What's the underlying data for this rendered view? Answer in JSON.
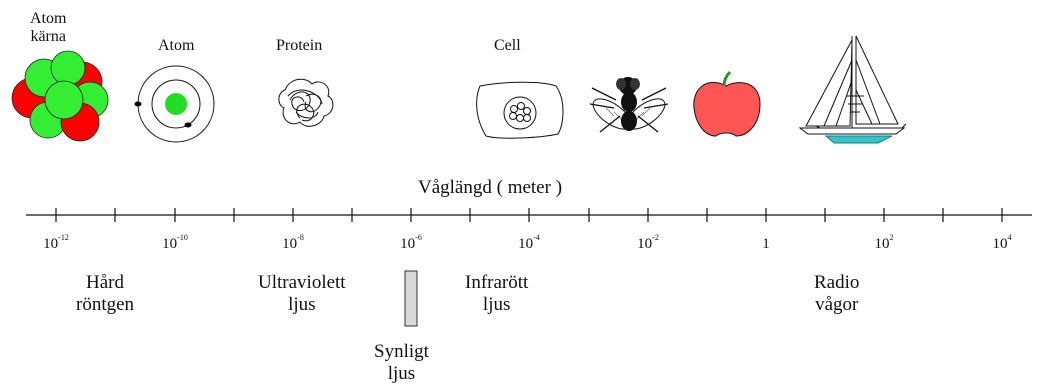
{
  "objects": [
    {
      "key": "nucleus",
      "label": "Atom\nkärna",
      "icon": "atomic-nucleus-icon"
    },
    {
      "key": "atom",
      "label": "Atom",
      "icon": "atom-icon"
    },
    {
      "key": "protein",
      "label": "Protein",
      "icon": "protein-icon"
    },
    {
      "key": "cell",
      "label": "Cell",
      "icon": "cell-icon"
    },
    {
      "key": "fly",
      "label": "",
      "icon": "fly-icon"
    },
    {
      "key": "apple",
      "label": "",
      "icon": "apple-icon"
    },
    {
      "key": "sailboat",
      "label": "",
      "icon": "sailboat-icon"
    }
  ],
  "axis_title": "Våglängd ( meter )",
  "ticks": [
    {
      "base": "10",
      "exp": "-12"
    },
    {
      "base": "10",
      "exp": "-10"
    },
    {
      "base": "10",
      "exp": "-8"
    },
    {
      "base": "10",
      "exp": "-6"
    },
    {
      "base": "10",
      "exp": "-4"
    },
    {
      "base": "10",
      "exp": "-2"
    },
    {
      "base": "1",
      "exp": ""
    },
    {
      "base": "10",
      "exp": "2"
    },
    {
      "base": "10",
      "exp": "4"
    }
  ],
  "bands": {
    "xray": "Hård\nröntgen",
    "uv": "Ultraviolett\nljus",
    "visible": "Synligt\nljus",
    "ir": "Infrarött\nljus",
    "radio": "Radio\nvågor"
  },
  "colors": {
    "nucleus_red": "#ff0000",
    "nucleus_green": "#33ee33",
    "atom_core": "#22dd22",
    "apple": "#ff5555",
    "boat_hull": "#33c4c4",
    "visible_bar": "#d9d9d9"
  }
}
